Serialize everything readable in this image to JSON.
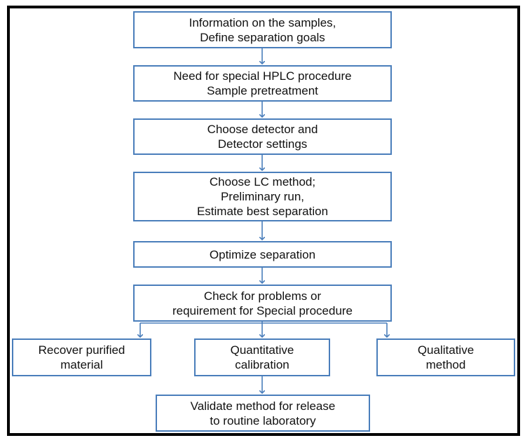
{
  "colors": {
    "box_border": "#4a7ebb",
    "arrow": "#4a7ebb",
    "frame": "#000000",
    "text": "#111111"
  },
  "flow": {
    "step1": {
      "lines": [
        "Information on the samples,",
        "Define separation goals"
      ]
    },
    "step2": {
      "lines": [
        "Need for special HPLC procedure",
        "Sample pretreatment"
      ]
    },
    "step3": {
      "lines": [
        "Choose detector and",
        "Detector settings"
      ]
    },
    "step4": {
      "lines": [
        "Choose LC method;",
        "Preliminary run,",
        "Estimate best separation"
      ]
    },
    "step5": {
      "lines": [
        "Optimize separation"
      ]
    },
    "step6": {
      "lines": [
        "Check for problems or",
        "requirement for Special procedure"
      ]
    },
    "branch_left": {
      "lines": [
        "Recover purified",
        "material"
      ]
    },
    "branch_center": {
      "lines": [
        "Quantitative",
        "calibration"
      ]
    },
    "branch_right": {
      "lines": [
        "Qualitative",
        "method"
      ]
    },
    "final": {
      "lines": [
        "Validate method for release",
        "to routine laboratory"
      ]
    }
  }
}
